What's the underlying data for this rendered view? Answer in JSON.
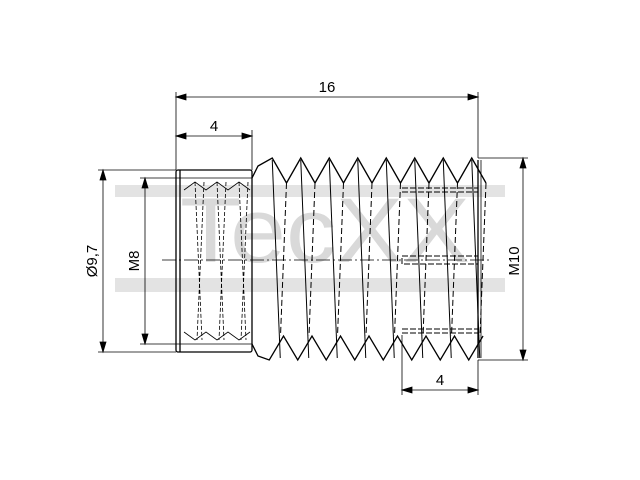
{
  "watermark": "TecXX",
  "dimensions": {
    "overall_length": "16",
    "sleeve_length": "4",
    "outer_diameter": "Ø9,7",
    "inner_thread": "M8",
    "outer_thread": "M10",
    "insert_depth": "4"
  },
  "colors": {
    "line": "#000000",
    "watermark": "#d9d9d9"
  }
}
